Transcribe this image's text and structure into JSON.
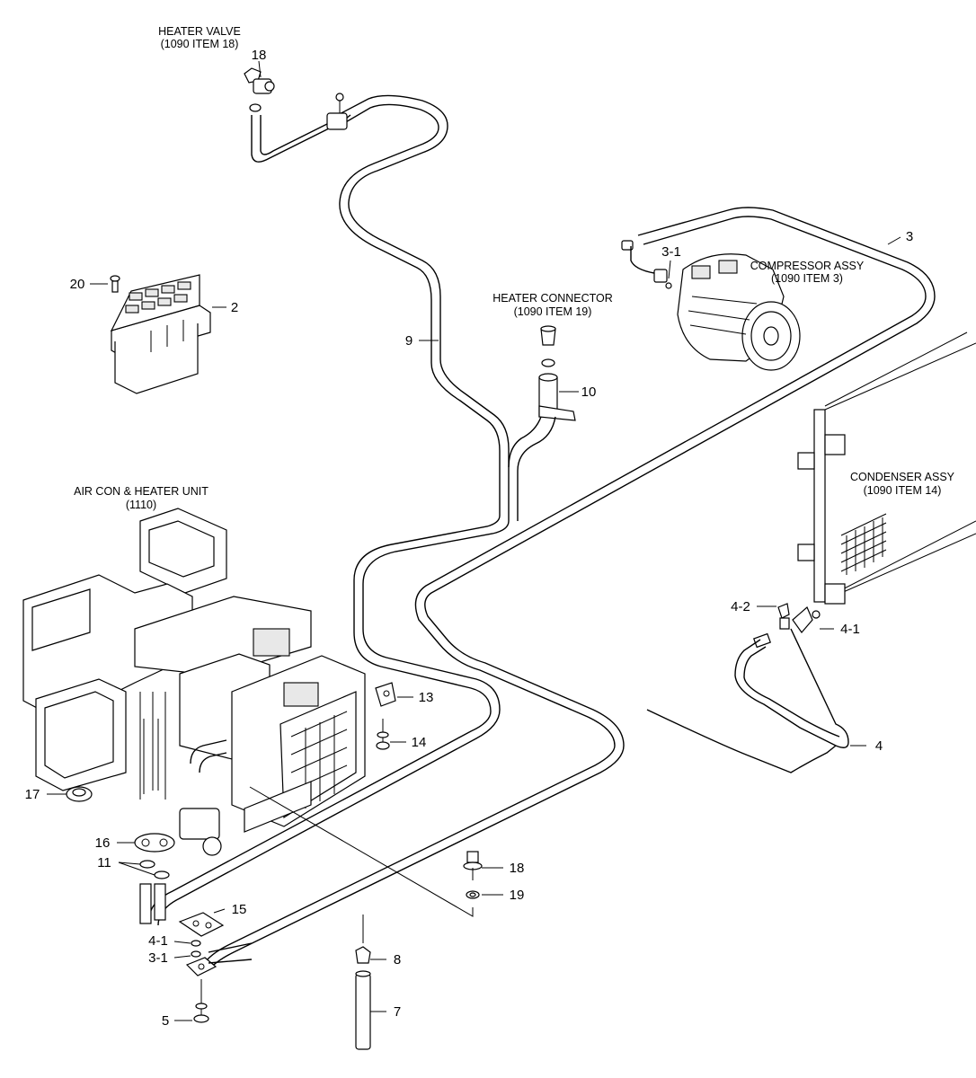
{
  "captions": {
    "heater_valve": [
      "HEATER VALVE",
      "(1090 ITEM 18)"
    ],
    "heater_connector": [
      "HEATER CONNECTOR",
      "(1090 ITEM 19)"
    ],
    "compressor": [
      "COMPRESSOR ASSY",
      "(1090 ITEM 3)"
    ],
    "condenser": [
      "CONDENSER ASSY",
      "(1090 ITEM 14)"
    ],
    "air_con_unit": [
      "AIR CON & HEATER UNIT",
      "(1110)"
    ]
  },
  "callouts": {
    "c18_top": "18",
    "c20": "20",
    "c2": "2",
    "c9": "9",
    "c10": "10",
    "c3": "3",
    "c3_1_top": "3-1",
    "c4_2": "4-2",
    "c4_1_right": "4-1",
    "c4": "4",
    "c13": "13",
    "c14": "14",
    "c17": "17",
    "c16": "16",
    "c11": "11",
    "c15": "15",
    "c4_1_bottom": "4-1",
    "c3_1_bottom": "3-1",
    "c5": "5",
    "c18_bottom": "18",
    "c19": "19",
    "c8": "8",
    "c7": "7"
  }
}
